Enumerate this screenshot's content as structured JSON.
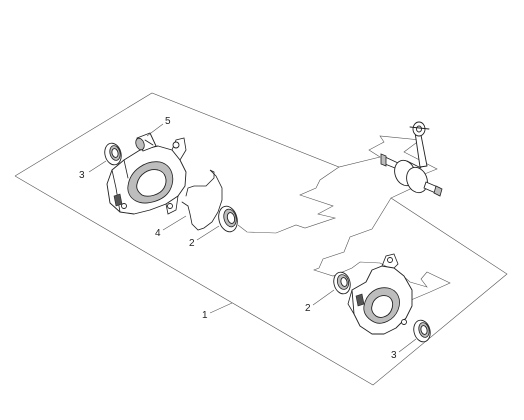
{
  "callouts": {
    "boundary": "1",
    "seal_left": "3",
    "screw": "5",
    "clip": "4",
    "bearing_left": "2",
    "bearing_right": "2",
    "seal_right": "3"
  }
}
